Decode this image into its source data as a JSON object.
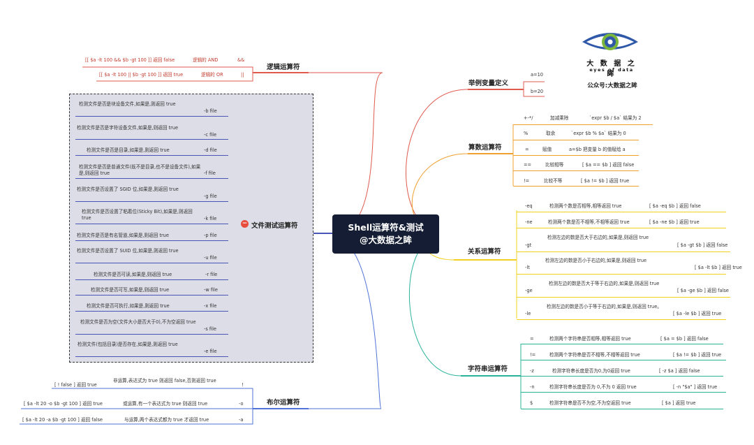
{
  "center": {
    "line1": "Shell运算符&测试",
    "line2": "@大数据之眸"
  },
  "logo": {
    "name": "大 数 据 之 眸",
    "sub": "eyes of data",
    "account": "公众号:大数据之眸"
  },
  "colors": {
    "logic": "#e05a4e",
    "example": "#e05a4e",
    "arith": "#f0a030",
    "relation": "#f2d020",
    "string": "#2bb39a",
    "bool": "#4f73d6",
    "file": "#4a55b8",
    "center": "#141d33"
  },
  "logic": {
    "title": "逻辑运算符",
    "items": [
      {
        "expr": "[[ $a -lt 100 && $b -gt 100 ]] 返回 false",
        "desc": "逻辑的 AND",
        "op": "&&"
      },
      {
        "expr": "[[ $a -lt 100 || $b -gt 100 ]] 返回 true",
        "desc": "逻辑的 OR",
        "op": "||"
      }
    ]
  },
  "file_test": {
    "title": "文件测试运算符",
    "items": [
      {
        "desc": "检测文件是否是块设备文件,如果是,则返回 true",
        "op": "-b file"
      },
      {
        "desc": "检测文件是否是字符设备文件,如果是,则返回 true",
        "op": "-c file"
      },
      {
        "desc": "检测文件是否是目录,如果是,则返回 true",
        "op": "-d file"
      },
      {
        "desc": "检测文件是否是普通文件(既不是目录,也不是设备文件),如果是,则返回 true",
        "op": "-f file"
      },
      {
        "desc": "检测文件是否设置了 SGID 位,如果是,则返回 true",
        "op": "-g file"
      },
      {
        "desc": "检测文件是否设置了粘着位(Sticky Bit),如果是,则返回 true",
        "op": "-k file"
      },
      {
        "desc": "检测文件是否是有名管道,如果是,则返回 true",
        "op": "-p file"
      },
      {
        "desc": "检测文件是否设置了 SUID 位,如果是,则返回 true",
        "op": "-u file"
      },
      {
        "desc": "检测文件是否可读,如果是,则返回 true",
        "op": "-r file"
      },
      {
        "desc": "检测文件是否可写,如果是,则返回 true",
        "op": "-w file"
      },
      {
        "desc": "检测文件是否可执行,如果是,则返回 true",
        "op": "-x file"
      },
      {
        "desc": "检测文件是否为空(文件大小是否大于0),不为空返回 true",
        "op": "-s file"
      },
      {
        "desc": "检测文件(包括目录)是否存在,如果是,则返回 true",
        "op": "-e file"
      }
    ]
  },
  "bool": {
    "title": "布尔运算符",
    "items": [
      {
        "expr": "[ ! false ] 返回 true",
        "desc": "非运算,表达式为 true 则返回 false,否则返回 true",
        "op": "!"
      },
      {
        "expr": "[ $a -lt 20 -o $b -gt 100 ] 返回 true",
        "desc": "或运算,有一个表达式为 true 则返回 true",
        "op": "-o"
      },
      {
        "expr": "[ $a -lt 20 -a $b -gt 100 ] 返回 false",
        "desc": "与运算,两个表达式都为 true 才返回 true",
        "op": "-a"
      }
    ]
  },
  "example": {
    "title": "举例变量定义",
    "items": [
      "a=10",
      "b=20"
    ]
  },
  "arith": {
    "title": "算数运算符",
    "items": [
      {
        "op": "+-*/",
        "desc": "加减乘除",
        "example": "`expr $b / $a` 结果为 2"
      },
      {
        "op": "%",
        "desc": "取余",
        "example": "`expr $b % $a` 结果为 0"
      },
      {
        "op": "=",
        "desc": "赋值",
        "example": "a=$b 把变量 b 的值赋给 a"
      },
      {
        "op": "==",
        "desc": "比较相等",
        "example": "[ $a == $b ] 返回 false"
      },
      {
        "op": "!=",
        "desc": "比较不等",
        "example": "[ $a != $b ] 返回 true"
      }
    ]
  },
  "relation": {
    "title": "关系运算符",
    "items": [
      {
        "op": "-eq",
        "desc": "检测两个数是否相等,相等返回 true",
        "example": "[ $a -eq $b ] 返回 false"
      },
      {
        "op": "-ne",
        "desc": "检测两个数是否不相等,不相等返回 true",
        "example": "[ $a -ne $b ] 返回 true"
      },
      {
        "op": "-gt",
        "desc": "检测左边的数是否大于右边的,如果是,则返回 true",
        "example": "[ $a -gt $b ] 返回 false"
      },
      {
        "op": "-lt",
        "desc": "检测左边的数是否小于右边的,如果是,则返回 true",
        "example": "[ $a -lt $b ] 返回 true"
      },
      {
        "op": "-ge",
        "desc": "检测左边的数是否大于等于右边的,如果是,则返回 true",
        "example": "[ $a -ge $b ] 返回 false"
      },
      {
        "op": "-le",
        "desc": "检测左边的数是否小于等于右边的,如果是,则返回 true。",
        "example": "[ $a -le $b ] 返回 true"
      }
    ]
  },
  "string": {
    "title": "字符串运算符",
    "items": [
      {
        "op": "=",
        "desc": "检测两个字符串是否相等,相等返回 true",
        "example": "[ $a = $b ] 返回 false"
      },
      {
        "op": "!=",
        "desc": "检测两个字符串是否不相等,不相等返回 true",
        "example": "[ $a != $b ] 返回 true"
      },
      {
        "op": "-z",
        "desc": "检测字符串长度是否为0,为0返回 true",
        "example": "[ -z $a ] 返回 false"
      },
      {
        "op": "-n",
        "desc": "检测字符串长度是否为 0,不为 0 返回 true",
        "example": "[ -n \"$a\" ] 返回 true"
      },
      {
        "op": "$",
        "desc": "检测字符串是否不为空,不为空返回 true",
        "example": "[ $a ] 返回 true"
      }
    ]
  }
}
